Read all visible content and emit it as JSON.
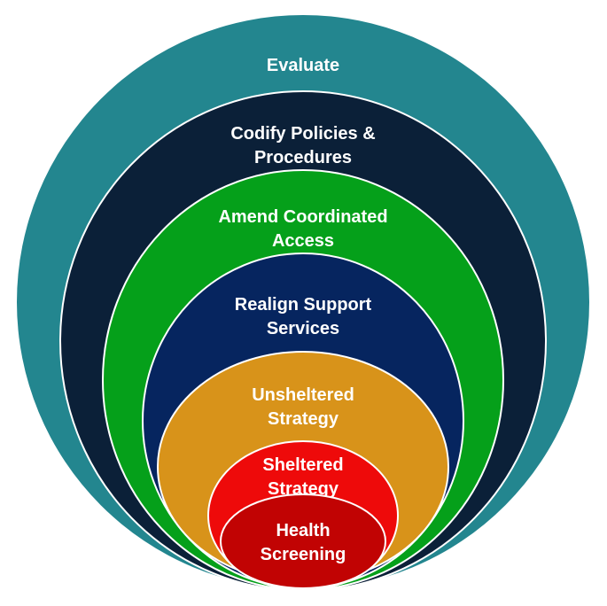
{
  "diagram": {
    "rings": [
      {
        "lines": [
          "Evaluate"
        ],
        "fill": "#23868F",
        "text_color": "#FFFFFF"
      },
      {
        "lines": [
          "Codify Policies &",
          "Procedures"
        ],
        "fill": "#0B2038",
        "text_color": "#FFFFFF"
      },
      {
        "lines": [
          "Amend Coordinated",
          "Access"
        ],
        "fill": "#05A01A",
        "text_color": "#FFFFFF"
      },
      {
        "lines": [
          "Realign Support",
          "Services"
        ],
        "fill": "#06255F",
        "text_color": "#FFFFFF"
      },
      {
        "lines": [
          "Unsheltered",
          "Strategy"
        ],
        "fill": "#D8931A",
        "text_color": "#FFFFFF"
      },
      {
        "lines": [
          "Sheltered",
          "Strategy"
        ],
        "fill": "#EE0A0A",
        "text_color": "#FFFFFF"
      },
      {
        "lines": [
          "Health",
          "Screening"
        ],
        "fill": "#C10303",
        "text_color": "#FFFFFF"
      }
    ],
    "outline_color": "#FFFFFF"
  }
}
